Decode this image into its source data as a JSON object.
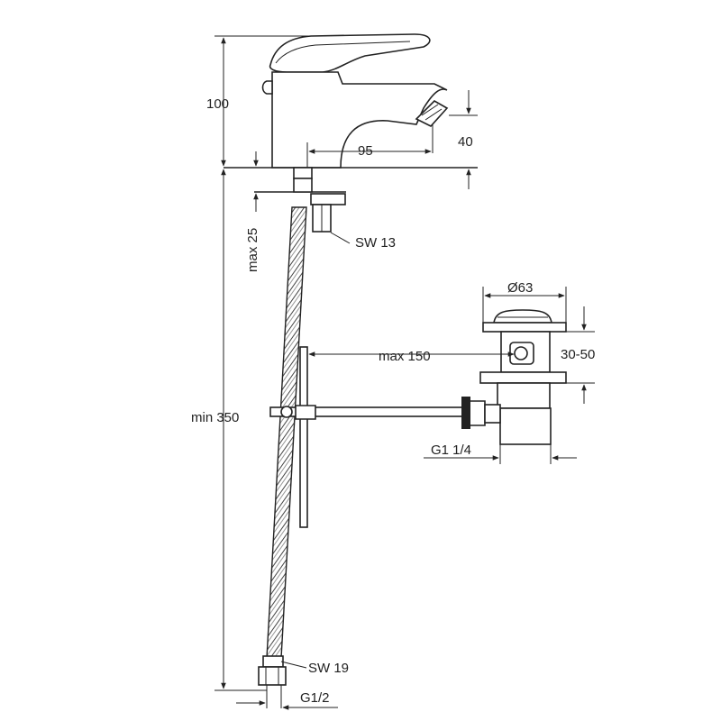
{
  "labels": {
    "height_100": "100",
    "spout_height_40": "40",
    "reach_95": "95",
    "max_25": "max 25",
    "sw_13": "SW 13",
    "diameter_63": "Ø63",
    "range_30_50": "30-50",
    "max_150": "max 150",
    "min_350": "min 350",
    "g1_quarter": "G1 1/4",
    "sw_19": "SW 19",
    "g_half": "G1/2"
  }
}
